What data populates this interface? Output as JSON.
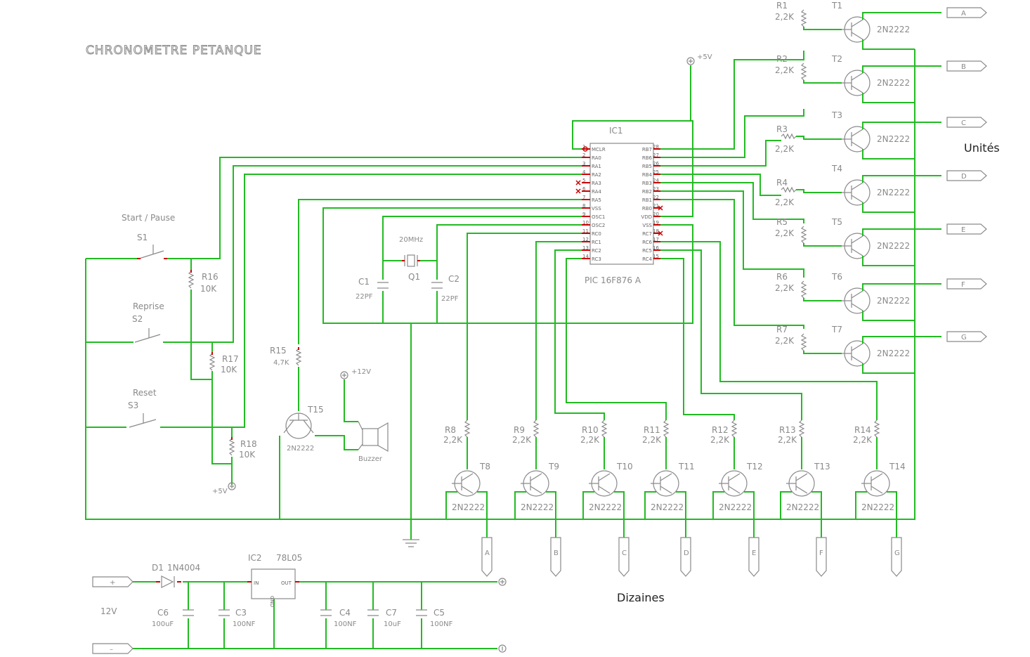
{
  "title": "CHRONOMETRE PETANQUE",
  "labels": {
    "unites": "Unités",
    "dizaines": "Dizaines",
    "supply": "12V"
  },
  "ic1": {
    "ref": "IC1",
    "name": "PIC 16F876 A",
    "left_pins": [
      {
        "num": "1",
        "name": "MCLR"
      },
      {
        "num": "2",
        "name": "RA0"
      },
      {
        "num": "3",
        "name": "RA1"
      },
      {
        "num": "4",
        "name": "RA2"
      },
      {
        "num": "5",
        "name": "RA3"
      },
      {
        "num": "6",
        "name": "RA4"
      },
      {
        "num": "7",
        "name": "RA5"
      },
      {
        "num": "8",
        "name": "VSS"
      },
      {
        "num": "9",
        "name": "OSC1"
      },
      {
        "num": "10",
        "name": "OSC2"
      },
      {
        "num": "11",
        "name": "RC0"
      },
      {
        "num": "12",
        "name": "RC1"
      },
      {
        "num": "13",
        "name": "RC2"
      },
      {
        "num": "14",
        "name": "RC3"
      }
    ],
    "right_pins": [
      {
        "num": "28",
        "name": "RB7"
      },
      {
        "num": "27",
        "name": "RB6"
      },
      {
        "num": "26",
        "name": "RB5"
      },
      {
        "num": "25",
        "name": "RB4"
      },
      {
        "num": "24",
        "name": "RB3"
      },
      {
        "num": "23",
        "name": "RB2"
      },
      {
        "num": "22",
        "name": "RB1"
      },
      {
        "num": "21",
        "name": "RB0"
      },
      {
        "num": "20",
        "name": "VDD"
      },
      {
        "num": "19",
        "name": "VSS"
      },
      {
        "num": "18",
        "name": "RC7"
      },
      {
        "num": "17",
        "name": "RC6"
      },
      {
        "num": "16",
        "name": "RC5"
      },
      {
        "num": "15",
        "name": "RC4"
      }
    ]
  },
  "ic2": {
    "ref": "IC2",
    "name": "78L05",
    "pin_in": "IN",
    "pin_out": "OUT",
    "pin_gnd": "GND"
  },
  "switches": [
    {
      "caption": "Start / Pause",
      "ref": "S1"
    },
    {
      "caption": "Reprise",
      "ref": "S2"
    },
    {
      "caption": "Reset",
      "ref": "S3"
    }
  ],
  "pullups": [
    {
      "ref": "R16",
      "value": "10K"
    },
    {
      "ref": "R17",
      "value": "10K"
    },
    {
      "ref": "R18",
      "value": "10K"
    }
  ],
  "power_labels": {
    "plus5v": "+5V",
    "plus12v": "+12V"
  },
  "buzzer": {
    "r_ref": "R15",
    "r_value": "4,7K",
    "t_ref": "T15",
    "t_part": "2N2222",
    "label": "Buzzer"
  },
  "osc": {
    "q_ref": "Q1",
    "q_value": "20MHz",
    "c1_ref": "C1",
    "c1_value": "22PF",
    "c2_ref": "C2",
    "c2_value": "22PF"
  },
  "units": [
    {
      "r_ref": "R1",
      "r_value": "2,2K",
      "t_ref": "T1",
      "part": "2N2222",
      "segment": "A"
    },
    {
      "r_ref": "R2",
      "r_value": "2,2K",
      "t_ref": "T2",
      "part": "2N2222",
      "segment": "B"
    },
    {
      "r_ref": "R3",
      "r_value": "2,2K",
      "t_ref": "T3",
      "part": "2N2222",
      "segment": "C"
    },
    {
      "r_ref": "R4",
      "r_value": "2,2K",
      "t_ref": "T4",
      "part": "2N2222",
      "segment": "D"
    },
    {
      "r_ref": "R5",
      "r_value": "2,2K",
      "t_ref": "T5",
      "part": "2N2222",
      "segment": "E"
    },
    {
      "r_ref": "R6",
      "r_value": "2,2K",
      "t_ref": "T6",
      "part": "2N2222",
      "segment": "F"
    },
    {
      "r_ref": "R7",
      "r_value": "2,2K",
      "t_ref": "T7",
      "part": "2N2222",
      "segment": "G"
    }
  ],
  "tens": [
    {
      "r_ref": "R8",
      "r_value": "2,2K",
      "t_ref": "T8",
      "part": "2N2222",
      "segment": "A"
    },
    {
      "r_ref": "R9",
      "r_value": "2,2K",
      "t_ref": "T9",
      "part": "2N2222",
      "segment": "B"
    },
    {
      "r_ref": "R10",
      "r_value": "2,2K",
      "t_ref": "T10",
      "part": "2N2222",
      "segment": "C"
    },
    {
      "r_ref": "R11",
      "r_value": "2,2K",
      "t_ref": "T11",
      "part": "2N2222",
      "segment": "D"
    },
    {
      "r_ref": "R12",
      "r_value": "2,2K",
      "t_ref": "T12",
      "part": "2N2222",
      "segment": "E"
    },
    {
      "r_ref": "R13",
      "r_value": "2,2K",
      "t_ref": "T13",
      "part": "2N2222",
      "segment": "F"
    },
    {
      "r_ref": "R14",
      "r_value": "2,2K",
      "t_ref": "T14",
      "part": "2N2222",
      "segment": "G"
    }
  ],
  "power": {
    "d_ref": "D1",
    "d_part": "1N4004",
    "plus": "+",
    "minus": "–",
    "caps": [
      {
        "ref": "C6",
        "value": "100uF"
      },
      {
        "ref": "C3",
        "value": "100NF"
      },
      {
        "ref": "C4",
        "value": "100NF"
      },
      {
        "ref": "C7",
        "value": "10uF"
      },
      {
        "ref": "C5",
        "value": "100NF"
      }
    ]
  }
}
